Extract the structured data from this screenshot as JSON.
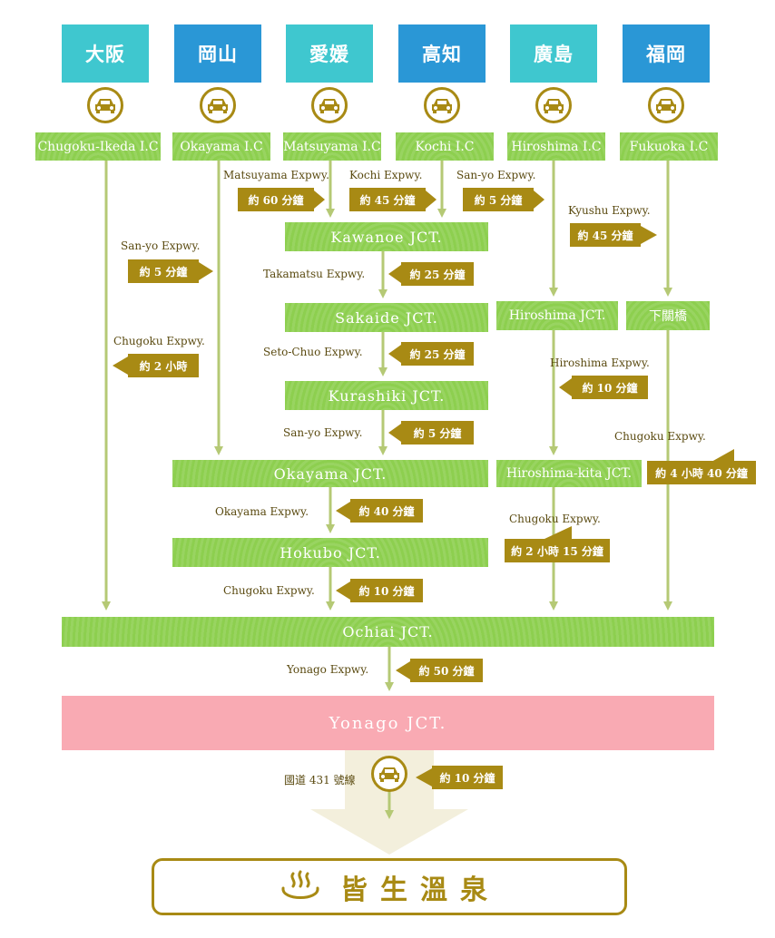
{
  "cities": [
    {
      "label": "大阪",
      "color": "light"
    },
    {
      "label": "岡山",
      "color": "dark"
    },
    {
      "label": "愛媛",
      "color": "light"
    },
    {
      "label": "高知",
      "color": "dark"
    },
    {
      "label": "廣島",
      "color": "light"
    },
    {
      "label": "福岡",
      "color": "dark"
    }
  ],
  "interchanges": [
    "Chugoku-Ikeda I.C",
    "Okayama I.C",
    "Matsuyama I.C",
    "Kochi I.C",
    "Hiroshima I.C",
    "Fukuoka I.C"
  ],
  "junctions": {
    "kawanoe": "Kawanoe JCT.",
    "sakaide": "Sakaide JCT.",
    "kurashiki": "Kurashiki JCT.",
    "okayama": "Okayama JCT.",
    "hokubo": "Hokubo JCT.",
    "hiroshima": "Hiroshima JCT.",
    "shimonoseki": "下關橋",
    "hiroshima_kita": "Hiroshima-kita JCT.",
    "ochiai": "Ochiai JCT.",
    "yonago": "Yonago JCT."
  },
  "segments": {
    "matsuyama": {
      "road": "Matsuyama Expwy.",
      "time": "約 60 分鐘"
    },
    "kochi": {
      "road": "Kochi Expwy.",
      "time": "約 45 分鐘"
    },
    "sanyo_hiroshima": {
      "road": "San-yo Expwy.",
      "time": "約 5 分鐘"
    },
    "kyushu": {
      "road": "Kyushu Expwy.",
      "time": "約 45 分鐘"
    },
    "sanyo_okayama": {
      "road": "San-yo Expwy.",
      "time": "約 5 分鐘"
    },
    "takamatsu": {
      "road": "Takamatsu Expwy.",
      "time": "約 25 分鐘"
    },
    "chugoku_osaka": {
      "road": "Chugoku Expwy.",
      "time": "約 2 小時"
    },
    "seto_chuo": {
      "road": "Seto-Chuo Expwy.",
      "time": "約 25 分鐘"
    },
    "hiroshima_expwy": {
      "road": "Hiroshima Expwy.",
      "time": "約 10 分鐘"
    },
    "sanyo_kurashiki": {
      "road": "San-yo Expwy.",
      "time": "約 5 分鐘"
    },
    "chugoku_fukuoka": {
      "road": "Chugoku Expwy.",
      "time": "約 4 小時 40 分鐘"
    },
    "okayama_expwy": {
      "road": "Okayama Expwy.",
      "time": "約 40 分鐘"
    },
    "chugoku_hiroshima": {
      "road": "Chugoku Expwy.",
      "time": "約 2 小時 15 分鐘"
    },
    "chugoku_hokubo": {
      "road": "Chugoku Expwy.",
      "time": "約 10 分鐘"
    },
    "yonago_expwy": {
      "road": "Yonago Expwy.",
      "time": "約 50 分鐘"
    },
    "route431": {
      "road": "國道 431 號線",
      "time": "約 10 分鐘"
    }
  },
  "destination": {
    "label": "皆生溫泉",
    "icon": "hot-spring-icon"
  },
  "colors": {
    "light_blue": "#3fc7cf",
    "dark_blue": "#2a97d6",
    "green": "#8dcf4f",
    "gold": "#a88a14",
    "pink": "#f9aab3"
  }
}
